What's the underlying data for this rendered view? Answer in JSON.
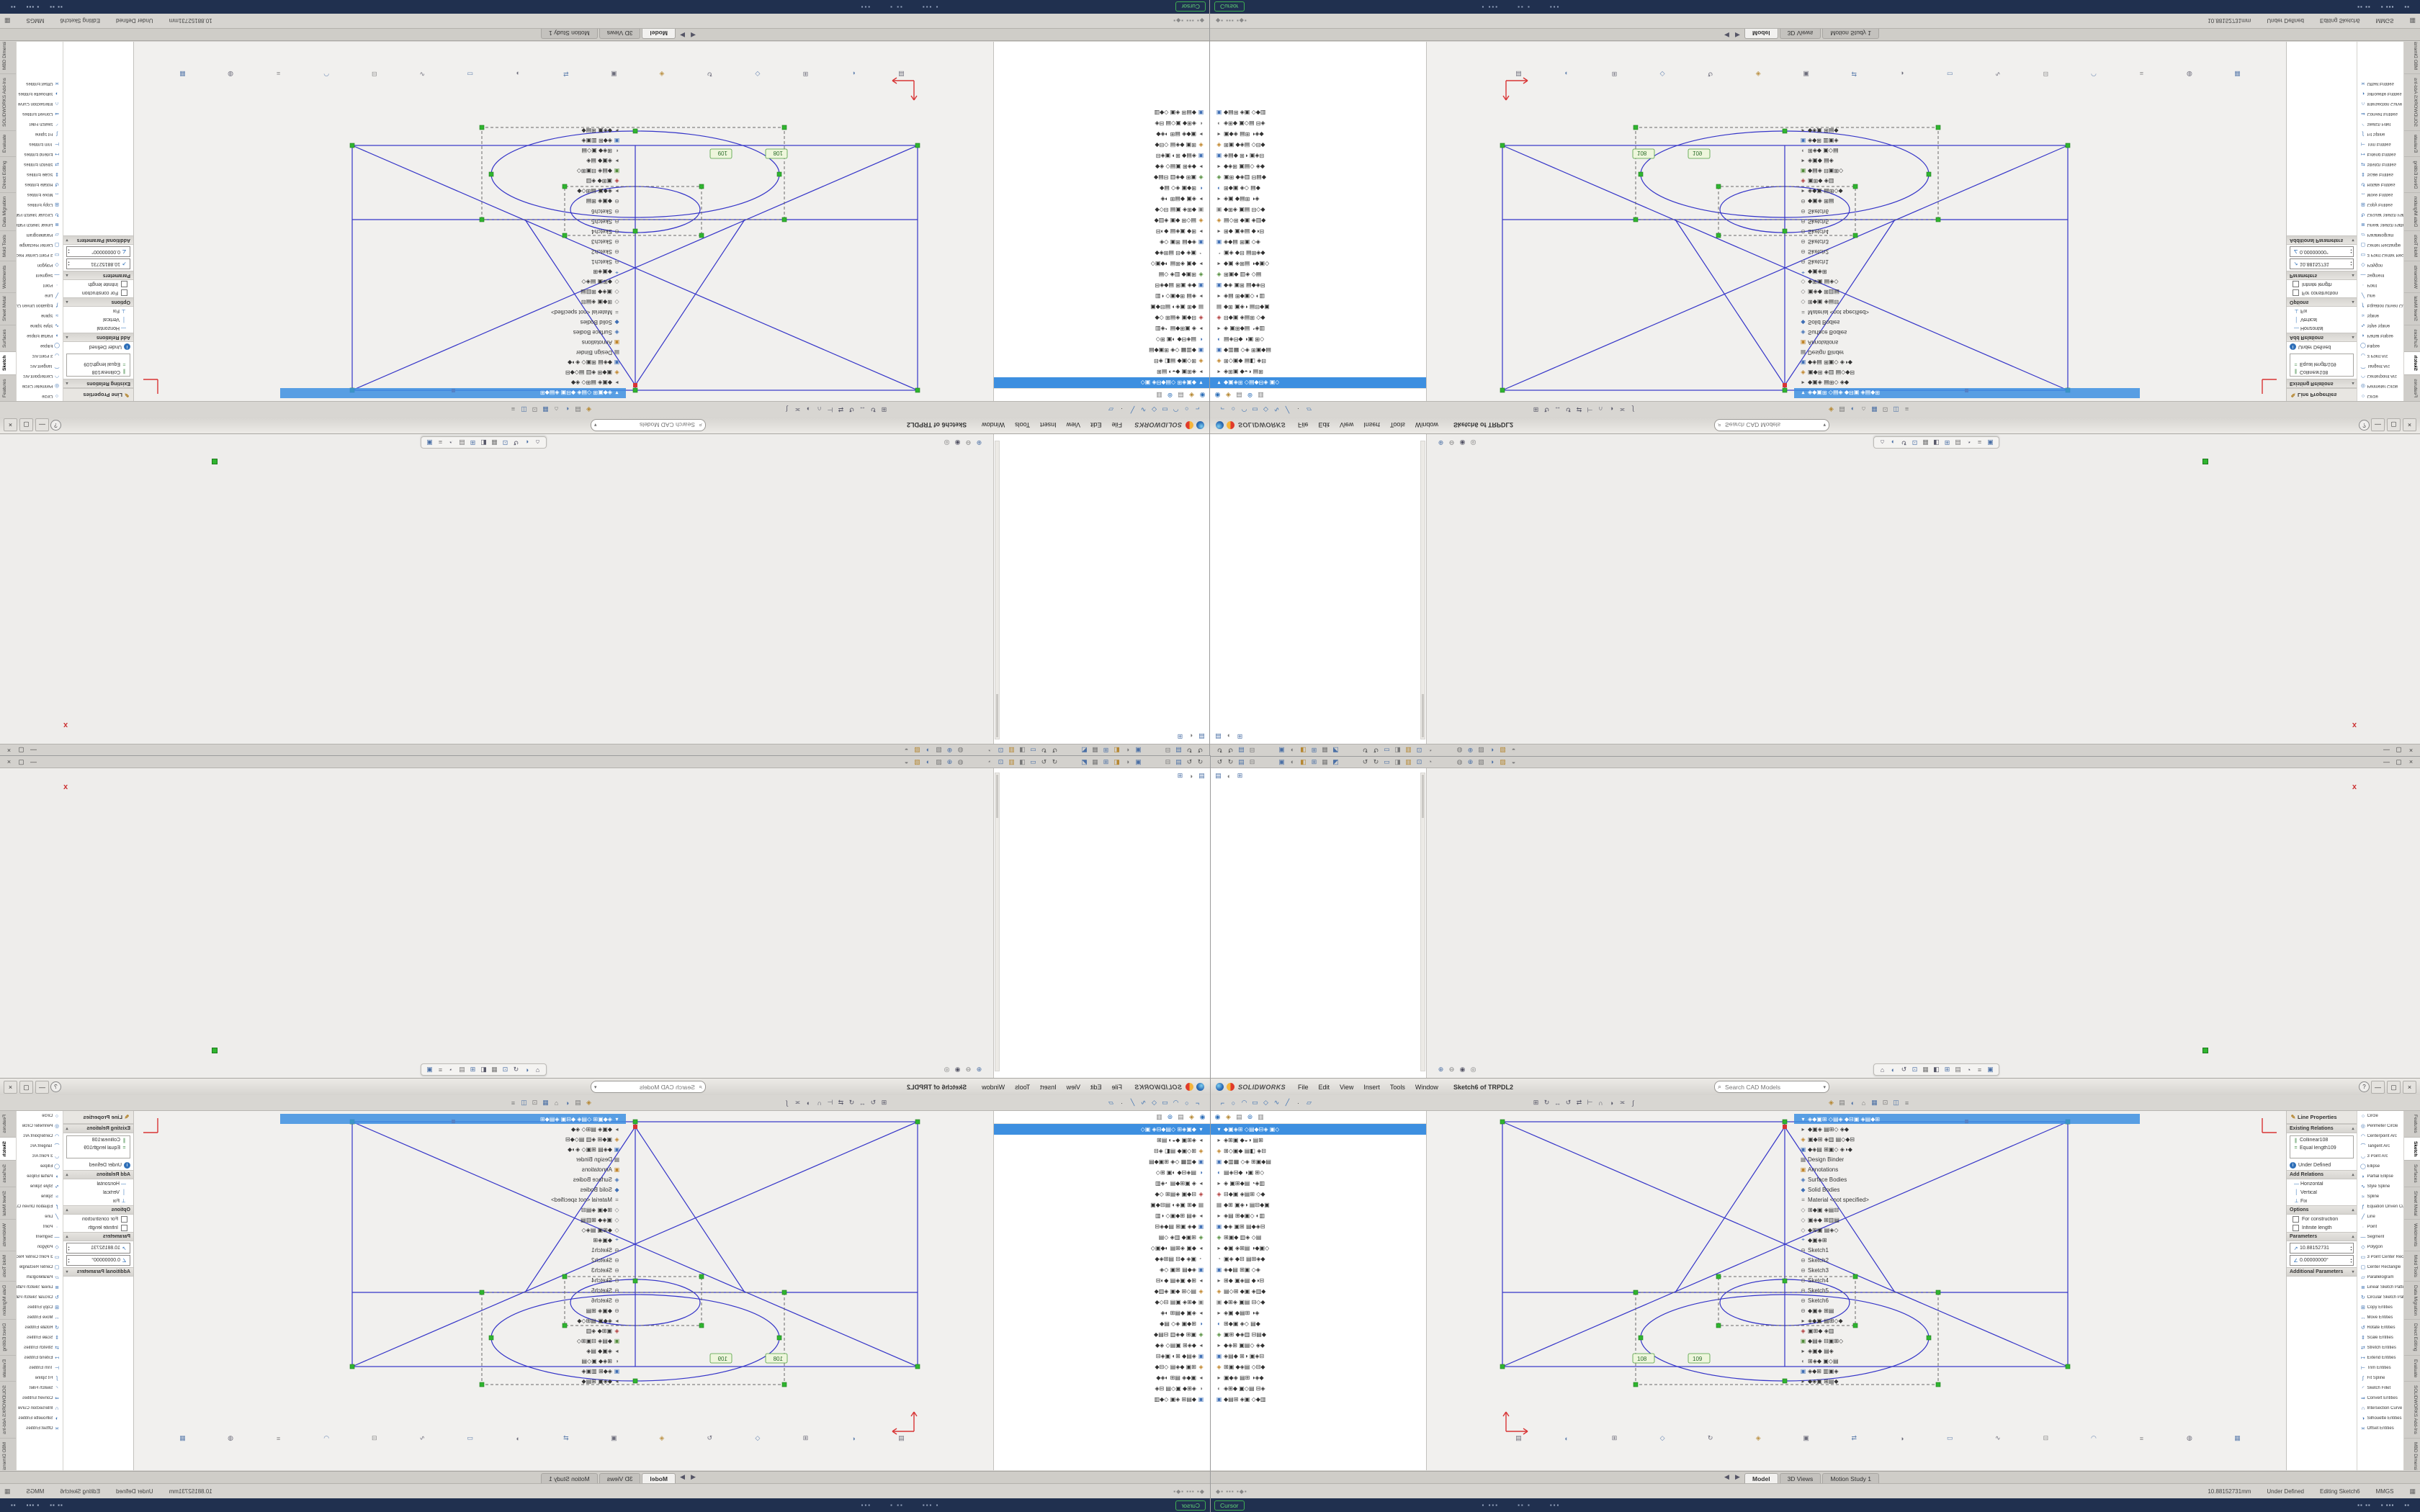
{
  "colors": {
    "accent": "#3d8fe0",
    "sketch_line": "#3434c8",
    "relation_green": "#2fb52f",
    "alert_red": "#d83434",
    "taskbar_bg": "#20304f"
  },
  "titlebar": {
    "brand": "SOLIDWORKS",
    "menus": [
      {
        "label": "File"
      },
      {
        "label": "Edit"
      },
      {
        "label": "View"
      },
      {
        "label": "Insert"
      },
      {
        "label": "Tools"
      },
      {
        "label": "Window"
      }
    ],
    "doc_title": "Sketch6 of TRPDL2",
    "search_placeholder": "Search CAD Models",
    "help": "?",
    "controls": [
      {
        "g": "—"
      },
      {
        "g": "▢"
      },
      {
        "g": "×"
      }
    ]
  },
  "top_strip": {
    "left": [
      {
        "g": "↺",
        "c": "#555"
      },
      {
        "g": "↻",
        "c": "#555"
      },
      {
        "g": "▤",
        "c": "#4a6fa5"
      },
      {
        "g": "⊟",
        "c": "#777"
      }
    ],
    "g1": [
      {
        "g": "▣",
        "c": "#4a6fa5"
      },
      {
        "g": "◐",
        "c": "#777"
      },
      {
        "g": "◧",
        "c": "#b5862f"
      },
      {
        "g": "⊞",
        "c": "#4a6fa5"
      },
      {
        "g": "▦",
        "c": "#777"
      },
      {
        "g": "◩",
        "c": "#4a6fa5"
      }
    ],
    "g2": [
      {
        "g": "↺",
        "c": "#555"
      },
      {
        "g": "↻",
        "c": "#555"
      },
      {
        "g": "▭",
        "c": "#4a6fa5"
      },
      {
        "g": "◨",
        "c": "#777"
      },
      {
        "g": "▥",
        "c": "#b5862f"
      },
      {
        "g": "⊡",
        "c": "#4a6fa5"
      },
      {
        "g": "◔",
        "c": "#777"
      }
    ],
    "g3": [
      {
        "g": "◍",
        "c": "#777"
      },
      {
        "g": "⊕",
        "c": "#4a6fa5"
      },
      {
        "g": "▧",
        "c": "#777"
      },
      {
        "g": "◑",
        "c": "#4a6fa5"
      },
      {
        "g": "▨",
        "c": "#b5862f"
      },
      {
        "g": "◒",
        "c": "#777"
      }
    ],
    "controls": [
      {
        "g": "—"
      },
      {
        "g": "▢"
      },
      {
        "g": "×"
      }
    ]
  },
  "upper": {
    "panel_icons": [
      {
        "g": "▤",
        "c": "#4a6fa5"
      },
      {
        "g": "◐",
        "c": "#777"
      },
      {
        "g": "⊞",
        "c": "#4a6fa5"
      }
    ],
    "headsup": [
      {
        "g": "⌂",
        "c": "#556"
      },
      {
        "g": "◐",
        "c": "#4a6fa5"
      },
      {
        "g": "↺",
        "c": "#556"
      },
      {
        "g": "⊡",
        "c": "#4a6fa5"
      },
      {
        "g": "▦",
        "c": "#777"
      },
      {
        "g": "◧",
        "c": "#556"
      },
      {
        "g": "⊞",
        "c": "#4a6fa5"
      },
      {
        "g": "▤",
        "c": "#777"
      },
      {
        "g": "◔",
        "c": "#556"
      },
      {
        "g": "≡",
        "c": "#777"
      },
      {
        "g": "▣",
        "c": "#4a6fa5"
      }
    ],
    "headsup_left": [
      {
        "g": "⊕",
        "c": "#4a6fa5"
      },
      {
        "g": "⊖",
        "c": "#777"
      },
      {
        "g": "◉",
        "c": "#556"
      },
      {
        "g": "◎",
        "c": "#777"
      }
    ],
    "triad_label": "x"
  },
  "ribbon": {
    "g1": [
      {
        "g": "⌐",
        "c": "#3a6fb0"
      },
      {
        "g": "○",
        "c": "#3a6fb0"
      },
      {
        "g": "◠",
        "c": "#3a6fb0"
      },
      {
        "g": "▭",
        "c": "#3a6fb0"
      },
      {
        "g": "◇",
        "c": "#3a6fb0"
      },
      {
        "g": "∿",
        "c": "#3a6fb0"
      },
      {
        "g": "╱",
        "c": "#3a6fb0"
      },
      {
        "g": "·",
        "c": "#444"
      },
      {
        "g": "▱",
        "c": "#3a6fb0"
      }
    ],
    "g2": [
      {
        "g": "⊞",
        "c": "#556"
      },
      {
        "g": "↻",
        "c": "#556"
      },
      {
        "g": "↔",
        "c": "#556"
      },
      {
        "g": "↺",
        "c": "#556"
      },
      {
        "g": "⇄",
        "c": "#556"
      },
      {
        "g": "⊢",
        "c": "#556"
      },
      {
        "g": "∩",
        "c": "#556"
      },
      {
        "g": "◑",
        "c": "#556"
      },
      {
        "g": "≍",
        "c": "#556"
      },
      {
        "g": "∫",
        "c": "#556"
      }
    ],
    "g3": [
      {
        "g": "◈",
        "c": "#b5862f"
      },
      {
        "g": "▤",
        "c": "#777"
      },
      {
        "g": "◐",
        "c": "#4a6fa5"
      },
      {
        "g": "⌂",
        "c": "#777"
      },
      {
        "g": "▦",
        "c": "#4a6fa5"
      },
      {
        "g": "⊡",
        "c": "#777"
      },
      {
        "g": "◫",
        "c": "#4a6fa5"
      },
      {
        "g": "≡",
        "c": "#777"
      }
    ]
  },
  "tree": {
    "header_icons": [
      {
        "g": "◉",
        "c": "#2e6fb8"
      },
      {
        "g": "◈",
        "c": "#b5862f"
      },
      {
        "g": "▤",
        "c": "#777"
      },
      {
        "g": "⊛",
        "c": "#2e6fb8"
      },
      {
        "g": "▥",
        "c": "#777"
      }
    ],
    "rows": [
      {
        "g": "▾",
        "c": "#fff",
        "label": "◆▣◈⊞ ◇▤◆⊟◈ ▣◇",
        "cls": "sel"
      },
      {
        "g": "▸",
        "c": "#555",
        "label": "◈⊞▣ ◆◒◑ ▤⊞"
      },
      {
        "g": "◈",
        "c": "#c08428",
        "label": "⊞◇▣◆ ▤◧ ◈⊟"
      },
      {
        "g": "▣",
        "c": "#3f6fb5",
        "label": "◆▥▦ ◇◈ ⊞▣◆▤"
      },
      {
        "g": "◐",
        "c": "#3f6fb5",
        "label": "▤◈⊟◆ ◑▣ ⊞◇"
      },
      {
        "g": "▸",
        "c": "#555",
        "label": "◈ ▣⊞◆▤ ◔◈▥"
      },
      {
        "g": "◈",
        "c": "#b03a3a",
        "label": "⊟◆▣ ◈▤⊞ ◇◆"
      },
      {
        "g": "▦",
        "c": "#777",
        "label": "◆⊞ ▣◈◑ ▤⊟◆▣"
      },
      {
        "g": "▸",
        "c": "#555",
        "label": "◈▤ ⊞◆▣◇ ◐▥"
      },
      {
        "g": "▣",
        "c": "#3f6fb5",
        "label": "◆◈ ▣⊞ ▤◆◈⊟"
      },
      {
        "g": "◈",
        "c": "#518c3a",
        "label": "⊞▣◆ ▥◈ ◇▤"
      },
      {
        "g": "▸",
        "c": "#555",
        "label": "◆▣ ◈⊞▤ ◑◆▣◇"
      },
      {
        "g": "◔",
        "c": "#777",
        "label": "▣◈ ◆⊟ ▤⊞◈◆"
      },
      {
        "g": "▣",
        "c": "#3f6fb5",
        "label": "◈◆▤ ⊞▣ ◇◈"
      },
      {
        "g": "▸",
        "c": "#555",
        "label": "⊞◆ ▣◈▤ ◆◑⊟"
      },
      {
        "g": "◈",
        "c": "#c08428",
        "label": "▤◇⊞ ◆▣ ◈▥◆"
      },
      {
        "g": "▣",
        "c": "#777",
        "label": "◆⊞◈ ▣▤ ⊟◇◆"
      },
      {
        "g": "▸",
        "c": "#555",
        "label": "◈▣ ◆▤⊞ ◑◈"
      },
      {
        "g": "◐",
        "c": "#3f6fb5",
        "label": "⊞◆▣ ◈◇ ▤◆"
      },
      {
        "g": "◈",
        "c": "#518c3a",
        "label": "▣⊞ ◆◈▥ ⊟▤◆"
      },
      {
        "g": "▸",
        "c": "#555",
        "label": "◆◈⊞ ▣▤◇ ◈◆"
      },
      {
        "g": "▣",
        "c": "#3f6fb5",
        "label": "◈▤◆ ⊞◑ ▣◈⊟"
      },
      {
        "g": "◈",
        "c": "#c08428",
        "label": "⊞▣ ◆◈▤ ◇⊟◆"
      },
      {
        "g": "▸",
        "c": "#555",
        "label": "▣◆◈ ▤⊞ ◑◈◆"
      },
      {
        "g": "◐",
        "c": "#777",
        "label": "◈⊞◆ ▣◇▤ ⊟◈"
      },
      {
        "g": "▣",
        "c": "#3f6fb5",
        "label": "◆▤⊞ ◈▣ ◇◆▥"
      }
    ]
  },
  "flyout": {
    "rows": [
      {
        "g": "▾",
        "c": "#fff",
        "label": "◈◆▣⊞ ◇▤◈ ◆⊟▣ ◈▤◆⊞",
        "cls": "sel"
      },
      {
        "g": "▸",
        "c": "#555",
        "label": "◆▣◈ ▤⊞◇ ◈◆"
      },
      {
        "g": "◈",
        "c": "#c08428",
        "label": "▣◆⊞ ◈▥ ▤◇◆⊟"
      },
      {
        "g": "▣",
        "c": "#3f6fb5",
        "label": "◆◈▤ ⊞▣◇ ◈◑◆"
      },
      {
        "g": "▦",
        "c": "#777",
        "label": "Design Binder"
      },
      {
        "g": "▣",
        "c": "#c08428",
        "label": "Annotations"
      },
      {
        "g": "◈",
        "c": "#3f6fb5",
        "label": "Surface Bodies"
      },
      {
        "g": "◆",
        "c": "#3f6fb5",
        "label": "Solid Bodies"
      },
      {
        "g": "≡",
        "c": "#777",
        "label": "Material <not specified>"
      },
      {
        "g": "◇",
        "c": "#777",
        "label": "⊞◆▣ ◈▤⊟"
      },
      {
        "g": "◇",
        "c": "#777",
        "label": "▣◈◆ ⊞▥▤"
      },
      {
        "g": "◇",
        "c": "#777",
        "label": "◆⊞▣ ▤◈◇"
      },
      {
        "g": "⌖",
        "c": "#3f6fb5",
        "label": "◆▣◈⊞"
      },
      {
        "g": "⊖",
        "c": "#666",
        "label": "Sketch1"
      },
      {
        "g": "⊖",
        "c": "#666",
        "label": "Sketch2"
      },
      {
        "g": "⊖",
        "c": "#666",
        "label": "Sketch3"
      },
      {
        "g": "⊖",
        "c": "#666",
        "label": "Sketch4"
      },
      {
        "g": "⊖",
        "c": "#666",
        "label": "Sketch5"
      },
      {
        "g": "⊖",
        "c": "#666",
        "label": "Sketch6"
      },
      {
        "g": "⊖",
        "c": "#666",
        "label": "◆▣◈ ⊞▤"
      },
      {
        "g": "▸",
        "c": "#555",
        "label": "◈◆▣ ▤⊞◇◆"
      },
      {
        "g": "◈",
        "c": "#b03a3a",
        "label": "▣⊞◆ ◈▥"
      },
      {
        "g": "▣",
        "c": "#518c3a",
        "label": "◆▤◈ ⊟▣⊞◇"
      },
      {
        "g": "▸",
        "c": "#555",
        "label": "◈▣◆ ▤◈"
      },
      {
        "g": "◐",
        "c": "#777",
        "label": "⊞◈◆ ▣◇▤"
      },
      {
        "g": "▣",
        "c": "#3f6fb5",
        "label": "◈◆⊞ ▥▣◈"
      },
      {
        "g": "▸",
        "c": "#555",
        "label": "◆◈▣ ⊞▤◆"
      }
    ]
  },
  "property_manager": {
    "title": "Line Properties",
    "existing_relations_label": "Existing Relations",
    "relations": [
      {
        "g": "∥",
        "label": "Collinear108"
      },
      {
        "g": "=",
        "label": "Equal length109"
      }
    ],
    "state": "Under Defined",
    "state_icon": "i",
    "add_relations_label": "Add Relations",
    "add_relations": [
      {
        "g": "—",
        "label": "Horizontal"
      },
      {
        "g": "│",
        "label": "Vertical"
      },
      {
        "g": "⊥",
        "label": "Fix"
      }
    ],
    "options_label": "Options",
    "options": [
      {
        "label": "For construction"
      },
      {
        "label": "Infinite length"
      }
    ],
    "parameters_label": "Parameters",
    "parameters": [
      {
        "g": "↗",
        "value": "10.88152731"
      },
      {
        "g": "∠",
        "value": "0.00000000°"
      }
    ],
    "additional_label": "Additional Parameters"
  },
  "tools": [
    {
      "g": "○",
      "label": "Circle"
    },
    {
      "g": "◎",
      "label": "Perimeter Circle"
    },
    {
      "g": "◠",
      "label": "Centerpoint Arc"
    },
    {
      "g": "⌒",
      "label": "Tangent Arc"
    },
    {
      "g": "◡",
      "label": "3 Point Arc"
    },
    {
      "g": "◯",
      "label": "Ellipse"
    },
    {
      "g": "◗",
      "label": "Partial Ellipse"
    },
    {
      "g": "∿",
      "label": "Style Spline"
    },
    {
      "g": "≈",
      "label": "Spline"
    },
    {
      "g": "ƒ",
      "label": "Equation Driven Curve"
    },
    {
      "g": "╱",
      "label": "Line"
    },
    {
      "g": "·",
      "label": "Point"
    },
    {
      "g": "—",
      "label": "Segment"
    },
    {
      "g": "◇",
      "label": "Polygon"
    },
    {
      "g": "▭",
      "label": "3 Point Center Rectangle"
    },
    {
      "g": "▢",
      "label": "Center Rectangle"
    },
    {
      "g": "▱",
      "label": "Parallelogram"
    },
    {
      "g": "≣",
      "label": "Linear Sketch Pattern"
    },
    {
      "g": "↻",
      "label": "Circular Sketch Pattern"
    },
    {
      "g": "⊞",
      "label": "Copy Entities"
    },
    {
      "g": "↔",
      "label": "Move Entities"
    },
    {
      "g": "↺",
      "label": "Rotate Entities"
    },
    {
      "g": "⇕",
      "label": "Scale Entities"
    },
    {
      "g": "⇄",
      "label": "Stretch Entities"
    },
    {
      "g": "↦",
      "label": "Extend Entities"
    },
    {
      "g": "⊢",
      "label": "Trim Entities"
    },
    {
      "g": "∫",
      "label": "Fit Spline"
    },
    {
      "g": "◜",
      "label": "Sketch Fillet"
    },
    {
      "g": "⇒",
      "label": "Convert Entities"
    },
    {
      "g": "∩",
      "label": "Intersection Curve"
    },
    {
      "g": "◑",
      "label": "Silhouette Entities"
    },
    {
      "g": "≍",
      "label": "Offset Entities"
    }
  ],
  "side_tabs": [
    {
      "label": "Features"
    },
    {
      "label": "Sketch",
      "cls": "active"
    },
    {
      "label": "Surfaces"
    },
    {
      "label": "Sheet Metal"
    },
    {
      "label": "Weldments"
    },
    {
      "label": "Mold Tools"
    },
    {
      "label": "Data Migration"
    },
    {
      "label": "Direct Editing"
    },
    {
      "label": "Evaluate"
    },
    {
      "label": "SOLIDWORKS Add-Ins"
    },
    {
      "label": "MBD Dimensions"
    },
    {
      "label": "Markup"
    }
  ],
  "bottom_tabs": {
    "arrows": [
      {
        "g": "◀"
      },
      {
        "g": "▶"
      }
    ],
    "tabs": [
      {
        "label": "Model",
        "cls": "active"
      },
      {
        "label": "3D Views"
      },
      {
        "label": "Motion Study 1"
      }
    ]
  },
  "gfx_bottom_icons": [
    {
      "g": "▤",
      "c": "#556"
    },
    {
      "g": "◐",
      "c": "#4a6fa5"
    },
    {
      "g": "⊞",
      "c": "#556"
    },
    {
      "g": "◇",
      "c": "#4a6fa5"
    },
    {
      "g": "↻",
      "c": "#556"
    },
    {
      "g": "◈",
      "c": "#b5862f"
    },
    {
      "g": "▣",
      "c": "#556"
    },
    {
      "g": "⇄",
      "c": "#4a6fa5"
    },
    {
      "g": "◑",
      "c": "#556"
    },
    {
      "g": "▭",
      "c": "#4a6fa5"
    },
    {
      "g": "∿",
      "c": "#556"
    },
    {
      "g": "⊟",
      "c": "#777"
    },
    {
      "g": "◠",
      "c": "#4a6fa5"
    },
    {
      "g": "≡",
      "c": "#777"
    },
    {
      "g": "◍",
      "c": "#556"
    },
    {
      "g": "▦",
      "c": "#4a6fa5"
    }
  ],
  "sketch": {
    "tags": [
      "108",
      "109"
    ]
  },
  "status": {
    "left": "◆▪ ▪▪▪ ▪◆▪",
    "items": [
      {
        "label": "10.88152731mm"
      },
      {
        "label": "Under Defined"
      },
      {
        "label": "Editing Sketch6"
      },
      {
        "label": "MMGS"
      }
    ],
    "grid_icon": "▦"
  },
  "taskbar": {
    "app": "Cursor",
    "center": [
      {
        "label": "▪ ▪▪▪"
      },
      {
        "label": "▪▪ ▪"
      },
      {
        "label": "▪▪▪"
      }
    ],
    "tray": [
      {
        "label": "▪▪ ▪▪"
      },
      {
        "label": "▪ ▪▪▪"
      },
      {
        "label": "▪▪"
      }
    ]
  }
}
